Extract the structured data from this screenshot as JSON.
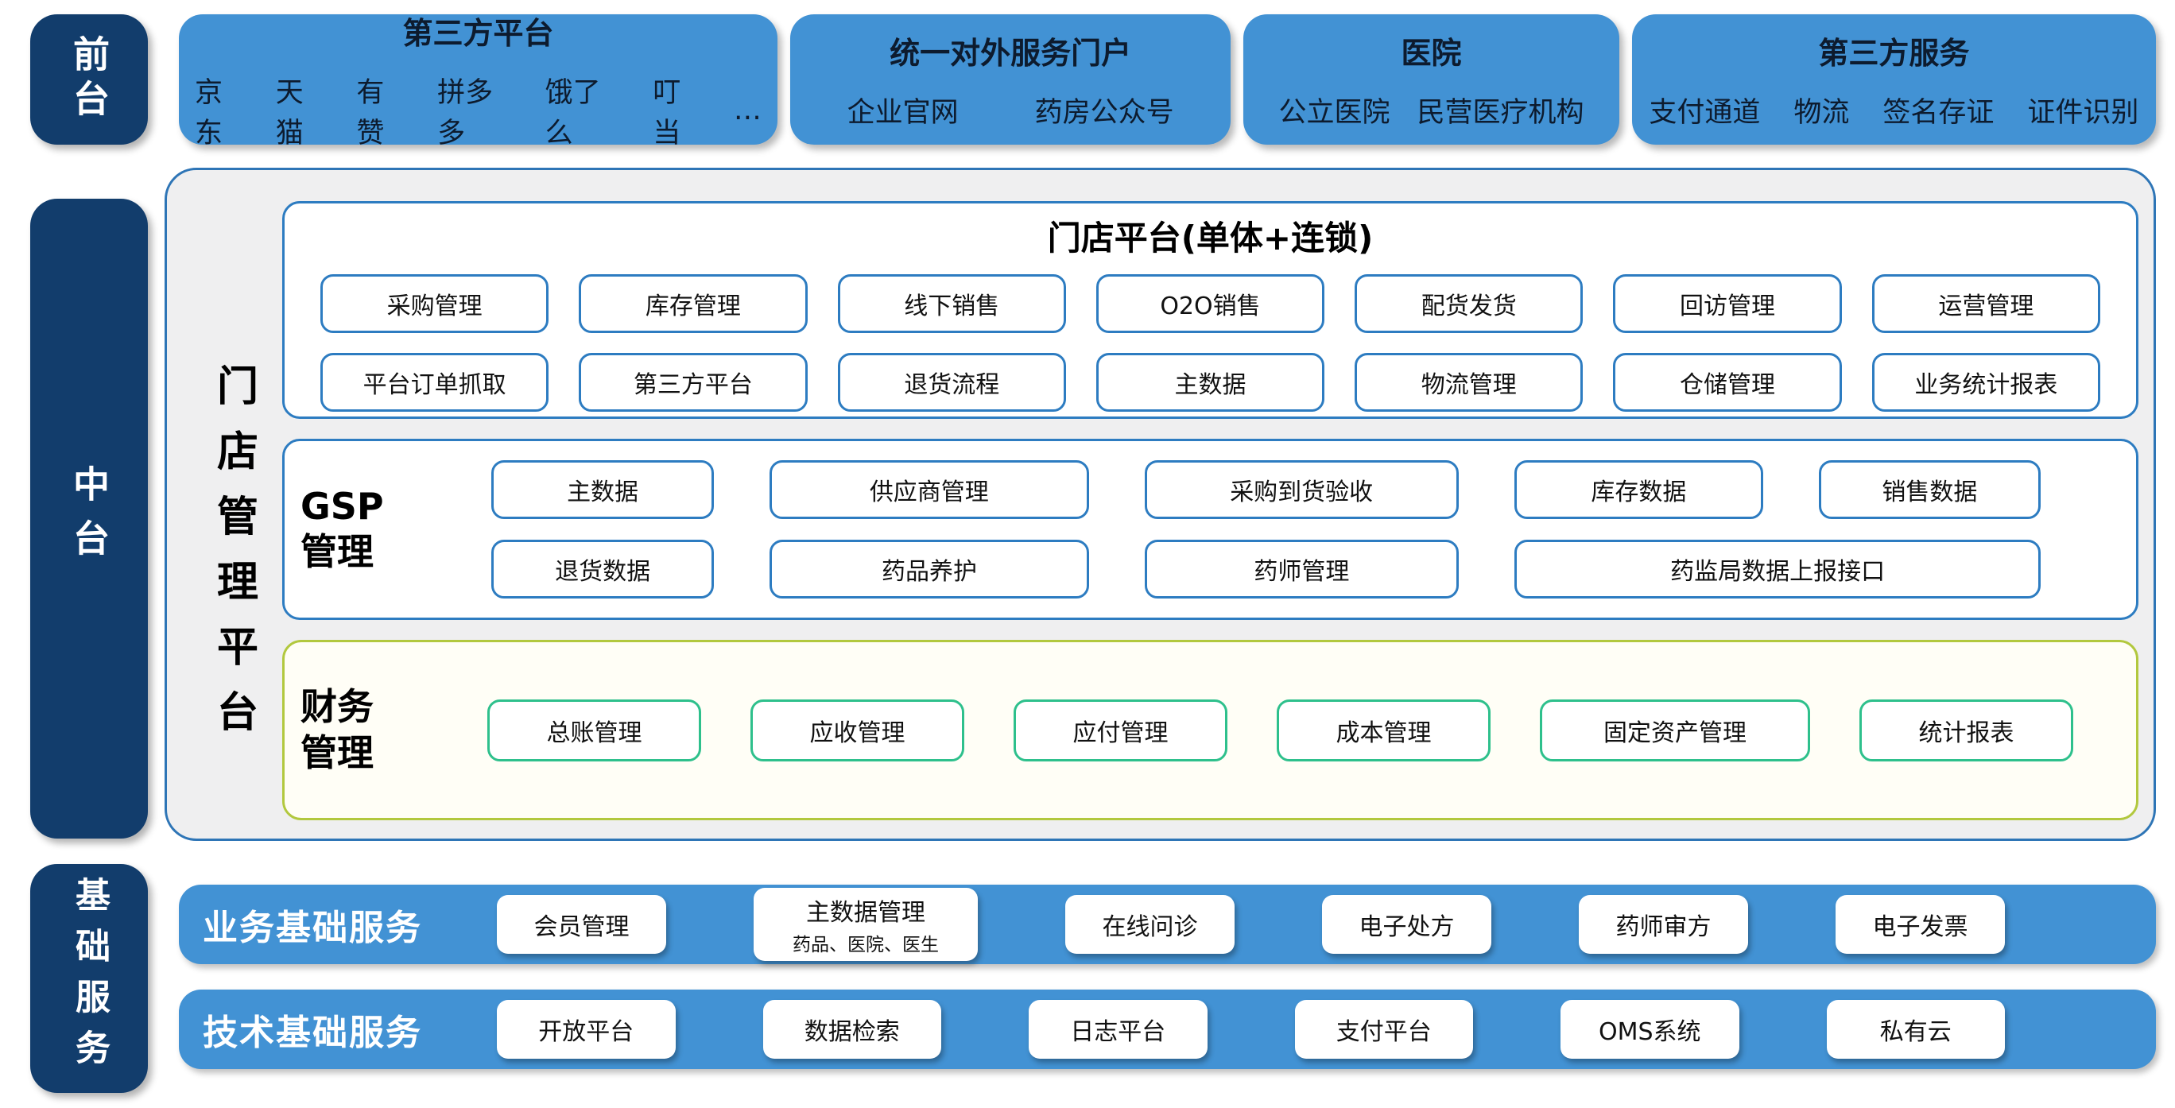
{
  "colors": {
    "navy": "#123d6c",
    "light_blue": "#4292d4",
    "blue_border": "#2d7cc1",
    "container_border": "#2e75b6",
    "container_fill": "#efeff0",
    "finance_outer_border": "#b2c83e",
    "finance_box_border": "#2ec08c"
  },
  "layers": {
    "front": {
      "label": "前台",
      "groups": [
        {
          "title": "第三方平台",
          "items": [
            "京东",
            "天猫",
            "有赞",
            "拼多多",
            "饿了么",
            "叮当",
            "…"
          ]
        },
        {
          "title": "统一对外服务门户",
          "items": [
            "企业官网",
            "药房公众号"
          ]
        },
        {
          "title": "医院",
          "items": [
            "公立医院",
            "民营医疗机构"
          ]
        },
        {
          "title": "第三方服务",
          "items": [
            "支付通道",
            "物流",
            "签名存证",
            "证件识别"
          ]
        }
      ]
    },
    "middle": {
      "label": "中台",
      "platform_label": "门店管理平台",
      "store_platform": {
        "title": "门店平台(单体+连锁)",
        "row1": [
          "采购管理",
          "库存管理",
          "线下销售",
          "O2O销售",
          "配货发货",
          "回访管理",
          "运营管理"
        ],
        "row2": [
          "平台订单抓取",
          "第三方平台",
          "退货流程",
          "主数据",
          "物流管理",
          "仓储管理",
          "业务统计报表"
        ]
      },
      "gsp": {
        "label_line1": "GSP",
        "label_line2": "管理",
        "row1": [
          "主数据",
          "供应商管理",
          "采购到货验收",
          "库存数据",
          "销售数据"
        ],
        "row2": [
          "退货数据",
          "药品养护",
          "药师管理",
          "药监局数据上报接口"
        ]
      },
      "finance": {
        "label_line1": "财务",
        "label_line2": "管理",
        "items": [
          "总账管理",
          "应收管理",
          "应付管理",
          "成本管理",
          "固定资产管理",
          "统计报表"
        ]
      }
    },
    "base": {
      "label": "基础服务",
      "rows": [
        {
          "label": "业务基础服务",
          "items": [
            {
              "label": "会员管理"
            },
            {
              "label": "主数据管理",
              "sub": "药品、医院、医生"
            },
            {
              "label": "在线问诊"
            },
            {
              "label": "电子处方"
            },
            {
              "label": "药师审方"
            },
            {
              "label": "电子发票"
            }
          ]
        },
        {
          "label": "技术基础服务",
          "items": [
            {
              "label": "开放平台"
            },
            {
              "label": "数据检索"
            },
            {
              "label": "日志平台"
            },
            {
              "label": "支付平台"
            },
            {
              "label": "OMS系统"
            },
            {
              "label": "私有云"
            }
          ]
        }
      ]
    }
  }
}
